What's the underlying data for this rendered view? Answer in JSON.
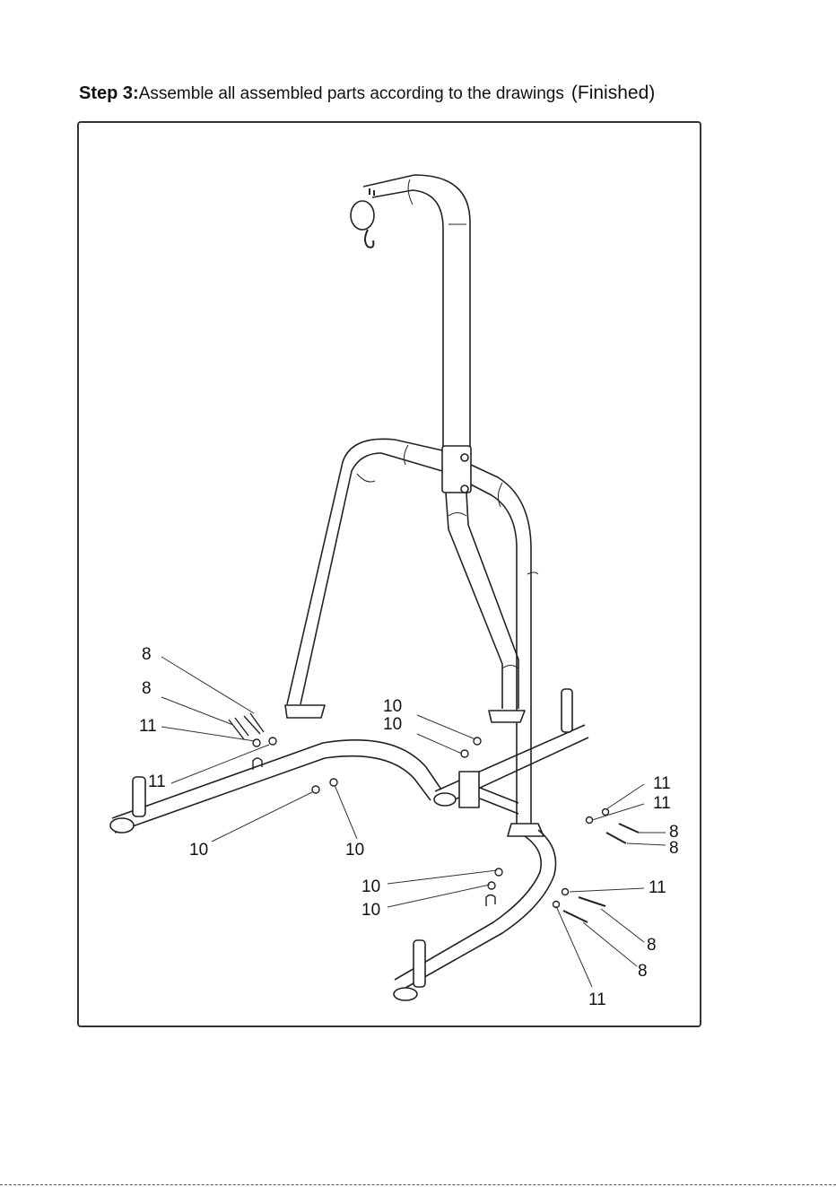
{
  "heading": {
    "step": "Step 3:",
    "text": "Assemble all assembled parts according to the drawings",
    "finished": "(Finished)"
  },
  "callouts": {
    "c01": "8",
    "c02": "8",
    "c03": "11",
    "c04": "11",
    "c05": "10",
    "c06": "10",
    "c07": "10",
    "c08": "10",
    "c09": "11",
    "c10": "11",
    "c11": "8",
    "c12": "8",
    "c13": "10",
    "c14": "10",
    "c15": "11",
    "c16": "8",
    "c17": "8",
    "c18": "11"
  }
}
